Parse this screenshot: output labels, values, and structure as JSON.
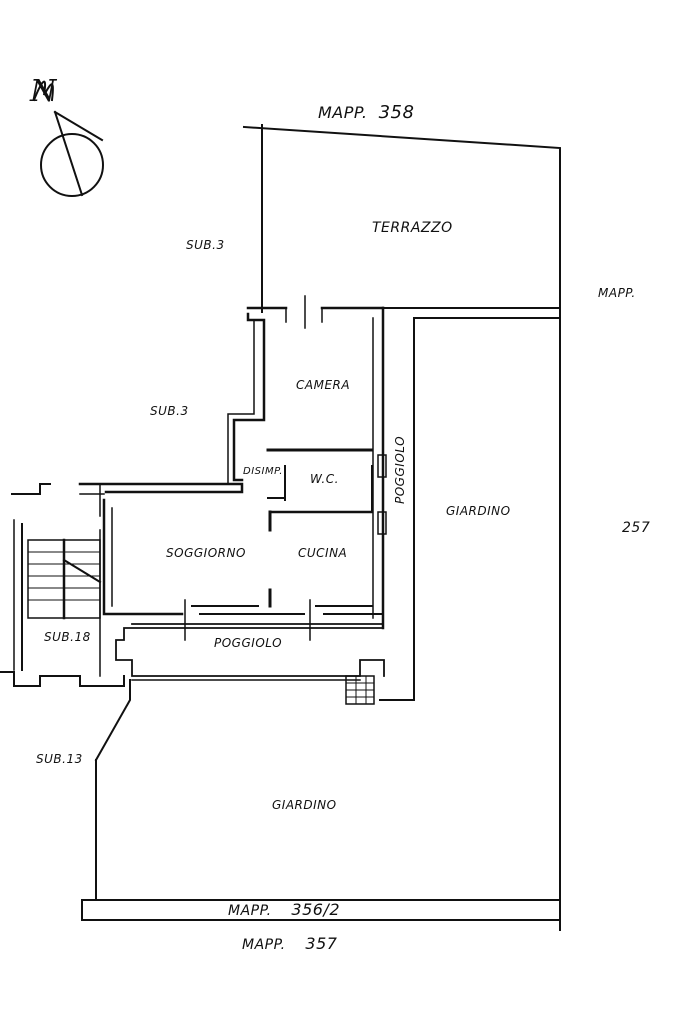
{
  "compass": {
    "letter": "N"
  },
  "labels": {
    "mapp_358": "MAPP.",
    "mapp_358_num": "358",
    "terrazzo": "TERRAZZO",
    "sub3_top": "SUB.3",
    "mapp_right": "MAPP.",
    "camera": "CAMERA",
    "sub3_mid": "SUB.3",
    "poggiolo_vert": "POGGIOLO",
    "disimp": "DISIMP.",
    "wc": "W.C.",
    "giardino_right": "GIARDINO",
    "num_257": "257",
    "soggiorno": "SOGGIORNO",
    "cucina": "CUCINA",
    "sub18": "SUB.18",
    "poggiolo": "POGGIOLO",
    "sub13": "SUB.13",
    "giardino_bottom": "GIARDINO",
    "mapp_3562": "MAPP.",
    "mapp_3562_num": "356/2",
    "mapp_357": "MAPP.",
    "mapp_357_num": "357"
  }
}
